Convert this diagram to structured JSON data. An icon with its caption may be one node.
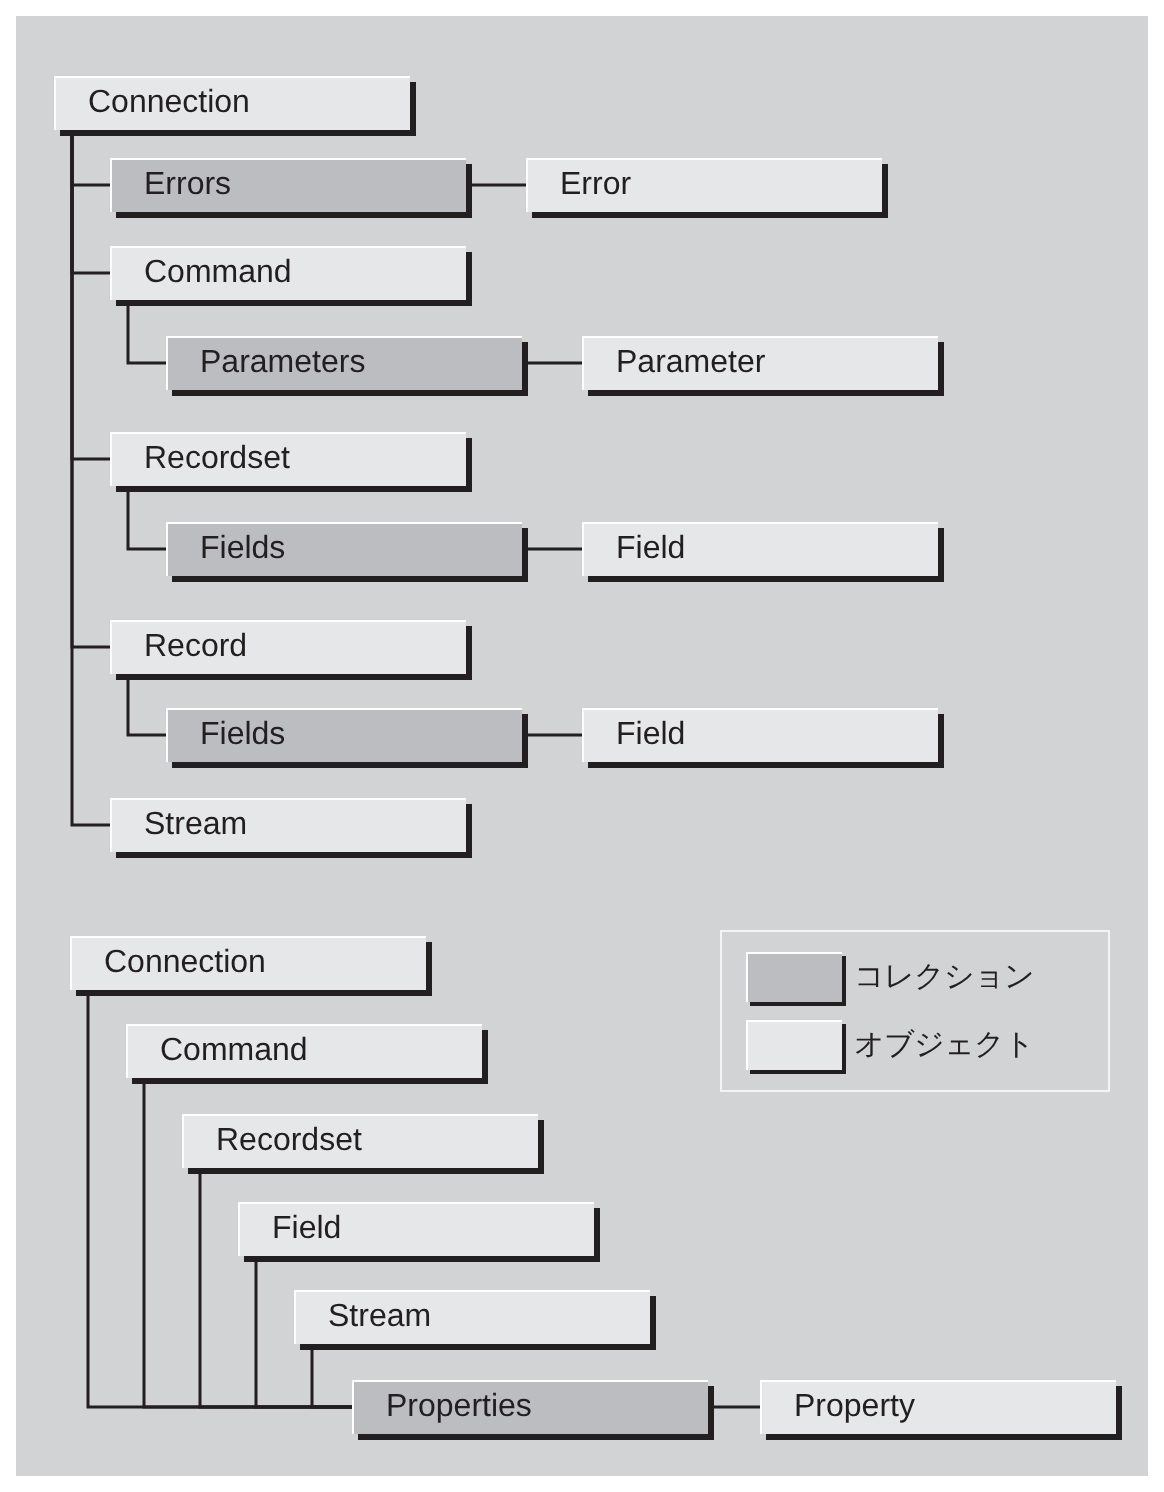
{
  "diagram": {
    "nodes": [
      {
        "text": [
          "Connection"
        ]
      },
      {
        "text": [
          "Errors"
        ]
      },
      {
        "text": [
          "Error"
        ]
      },
      {
        "text": [
          "Command"
        ]
      },
      {
        "text": [
          "Parameters"
        ]
      },
      {
        "text": [
          "Parameter"
        ]
      },
      {
        "text": [
          "Recordset"
        ]
      },
      {
        "text": [
          "Fields"
        ]
      },
      {
        "text": [
          "Field"
        ]
      },
      {
        "text": [
          "Record"
        ]
      },
      {
        "text": [
          "Fields"
        ]
      },
      {
        "text": [
          "Field"
        ]
      },
      {
        "text": [
          "Stream"
        ]
      },
      {
        "text": [
          "Connection"
        ]
      },
      {
        "text": [
          "Command"
        ]
      },
      {
        "text": [
          "Recordset"
        ]
      },
      {
        "text": [
          "Field"
        ]
      },
      {
        "text": [
          "Stream"
        ]
      },
      {
        "text": [
          "Properties"
        ]
      },
      {
        "text": [
          "Property"
        ]
      }
    ],
    "edges": [
      {
        "from": 0,
        "to": 1,
        "arrow": "none"
      },
      {
        "from": 1,
        "to": 2,
        "arrow": "none"
      },
      {
        "from": 0,
        "to": 3,
        "arrow": "none"
      },
      {
        "from": 3,
        "to": 4,
        "arrow": "none"
      },
      {
        "from": 4,
        "to": 5,
        "arrow": "none"
      },
      {
        "from": 0,
        "to": 6,
        "arrow": "none"
      },
      {
        "from": 6,
        "to": 7,
        "arrow": "none"
      },
      {
        "from": 7,
        "to": 8,
        "arrow": "none"
      },
      {
        "from": 0,
        "to": 9,
        "arrow": "none"
      },
      {
        "from": 9,
        "to": 10,
        "arrow": "none"
      },
      {
        "from": 10,
        "to": 11,
        "arrow": "none"
      },
      {
        "from": 0,
        "to": 12,
        "arrow": "none"
      },
      {
        "from": 13,
        "to": 18,
        "arrow": "none"
      },
      {
        "from": 14,
        "to": 18,
        "arrow": "none"
      },
      {
        "from": 15,
        "to": 18,
        "arrow": "none"
      },
      {
        "from": 16,
        "to": 18,
        "arrow": "none"
      },
      {
        "from": 17,
        "to": 18,
        "arrow": "none"
      },
      {
        "from": 18,
        "to": 19,
        "arrow": "none"
      }
    ],
    "legend": [
      {
        "text": "コレクション",
        "color": "#bcbdc0"
      },
      {
        "text": "オブジェクト",
        "color": "#e6e7e8"
      }
    ]
  }
}
